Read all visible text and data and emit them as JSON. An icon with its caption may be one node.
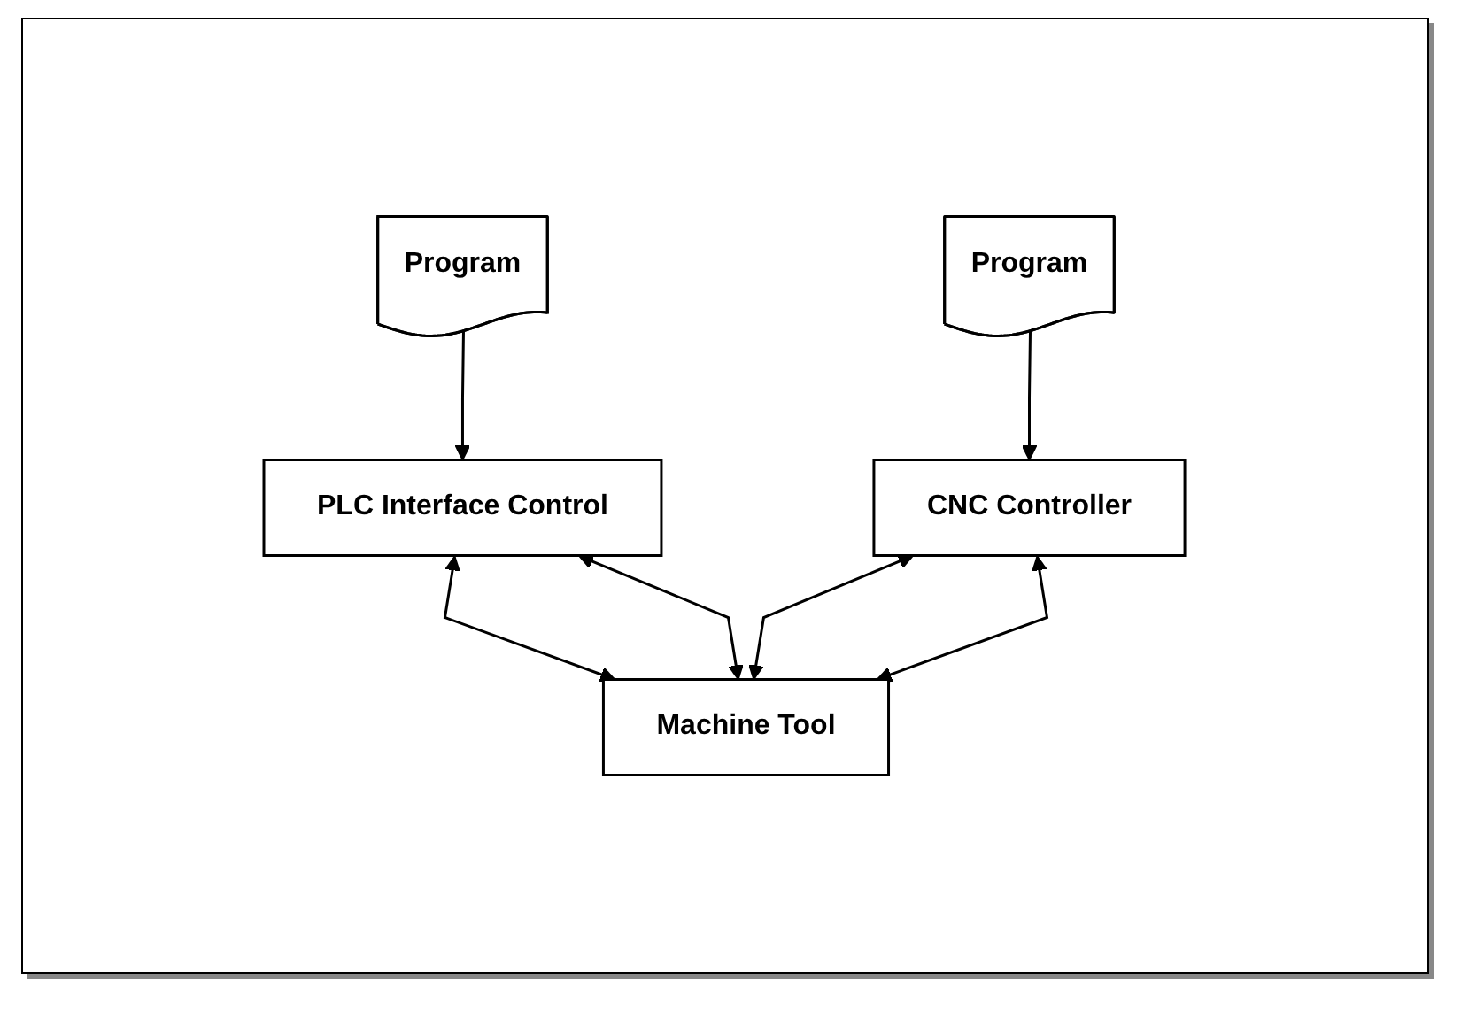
{
  "diagram": {
    "nodes": [
      {
        "text": [
          "Program"
        ]
      },
      {
        "text": [
          "Program"
        ]
      },
      {
        "text": [
          "PLC Interface Control"
        ]
      },
      {
        "text": [
          "CNC Controller"
        ]
      },
      {
        "text": [
          "Machine Tool"
        ]
      }
    ],
    "edges": [
      {
        "from": 0,
        "to": 2,
        "arrow": "to"
      },
      {
        "from": 1,
        "to": 3,
        "arrow": "to"
      },
      {
        "from": 2,
        "to": 4,
        "arrow": "both"
      },
      {
        "from": 2,
        "to": 4,
        "arrow": "both"
      },
      {
        "from": 3,
        "to": 4,
        "arrow": "both"
      },
      {
        "from": 3,
        "to": 4,
        "arrow": "both"
      }
    ]
  }
}
